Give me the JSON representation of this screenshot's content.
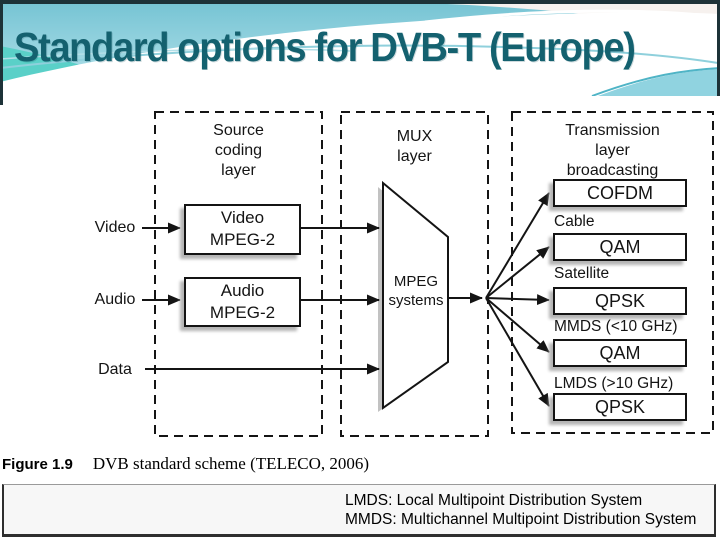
{
  "title": "Standard options for DVB-T (Europe)",
  "diagram": {
    "layers": {
      "source": "Source\ncoding\nlayer",
      "mux": "MUX\nlayer",
      "transmission": "Transmission\nlayer\nbroadcasting"
    },
    "inputs": [
      {
        "label": "Video"
      },
      {
        "label": "Audio"
      },
      {
        "label": "Data"
      }
    ],
    "blocks": {
      "video_encoder": "Video\nMPEG-2",
      "audio_encoder": "Audio\nMPEG-2",
      "mux": "MPEG\nsystems"
    },
    "outputs": [
      {
        "medium": "",
        "modulation": "COFDM"
      },
      {
        "medium": "Cable",
        "modulation": "QAM"
      },
      {
        "medium": "Satellite",
        "modulation": "QPSK"
      },
      {
        "medium": "MMDS (<10 GHz)",
        "modulation": "QAM"
      },
      {
        "medium": "LMDS (>10 GHz)",
        "modulation": "QPSK"
      }
    ]
  },
  "caption": {
    "figure": "Figure 1.9",
    "text": "DVB standard scheme (TELECO, 2006)"
  },
  "footnotes": [
    "LMDS: Local Multipoint Distribution System",
    "MMDS: Multichannel Multipoint Distribution System"
  ],
  "colors": {
    "title_teal": "#14616f",
    "banner_teal": "#7cc7d6",
    "banner_accent": "#5ad0c8",
    "border_dark": "#1d3238",
    "ink": "#141414"
  }
}
